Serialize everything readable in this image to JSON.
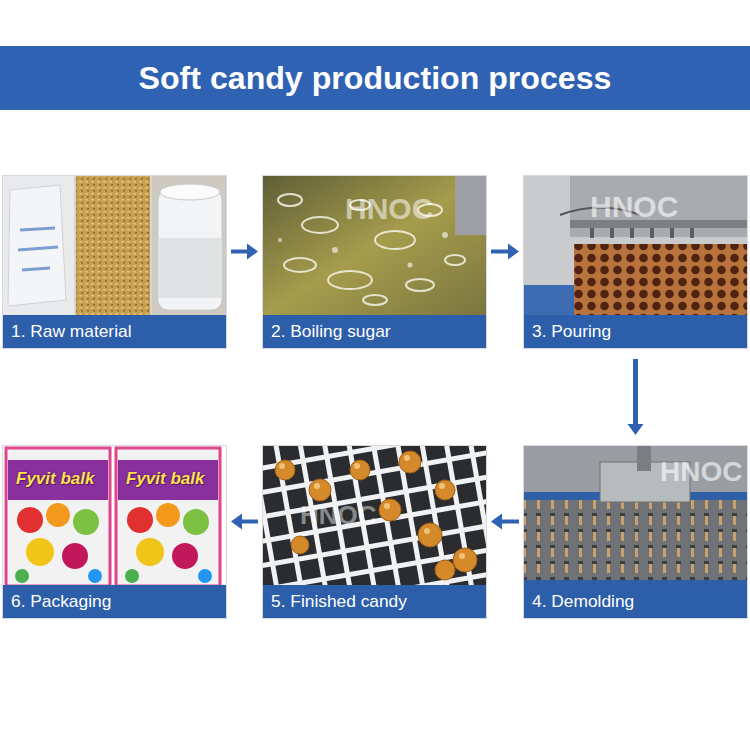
{
  "diagram": {
    "title": "Soft candy production process",
    "nodes": [
      {
        "text": [
          "1. Raw material"
        ]
      },
      {
        "text": [
          "2. Boiling sugar"
        ]
      },
      {
        "text": [
          "3. Pouring"
        ]
      },
      {
        "text": [
          "4. Demolding"
        ]
      },
      {
        "text": [
          "5. Finished candy"
        ]
      },
      {
        "text": [
          "6. Packaging"
        ]
      }
    ],
    "edges": [
      {
        "from": 0,
        "to": 1,
        "arrow": "to"
      },
      {
        "from": 1,
        "to": 2,
        "arrow": "to"
      },
      {
        "from": 2,
        "to": 3,
        "arrow": "to"
      },
      {
        "from": 3,
        "to": 4,
        "arrow": "to"
      },
      {
        "from": 4,
        "to": 5,
        "arrow": "to"
      }
    ],
    "labels": [
      "HNOC",
      "HNOC",
      "HNOC",
      "HNOC",
      "Fyvit balk",
      "Fyvit balk"
    ]
  }
}
